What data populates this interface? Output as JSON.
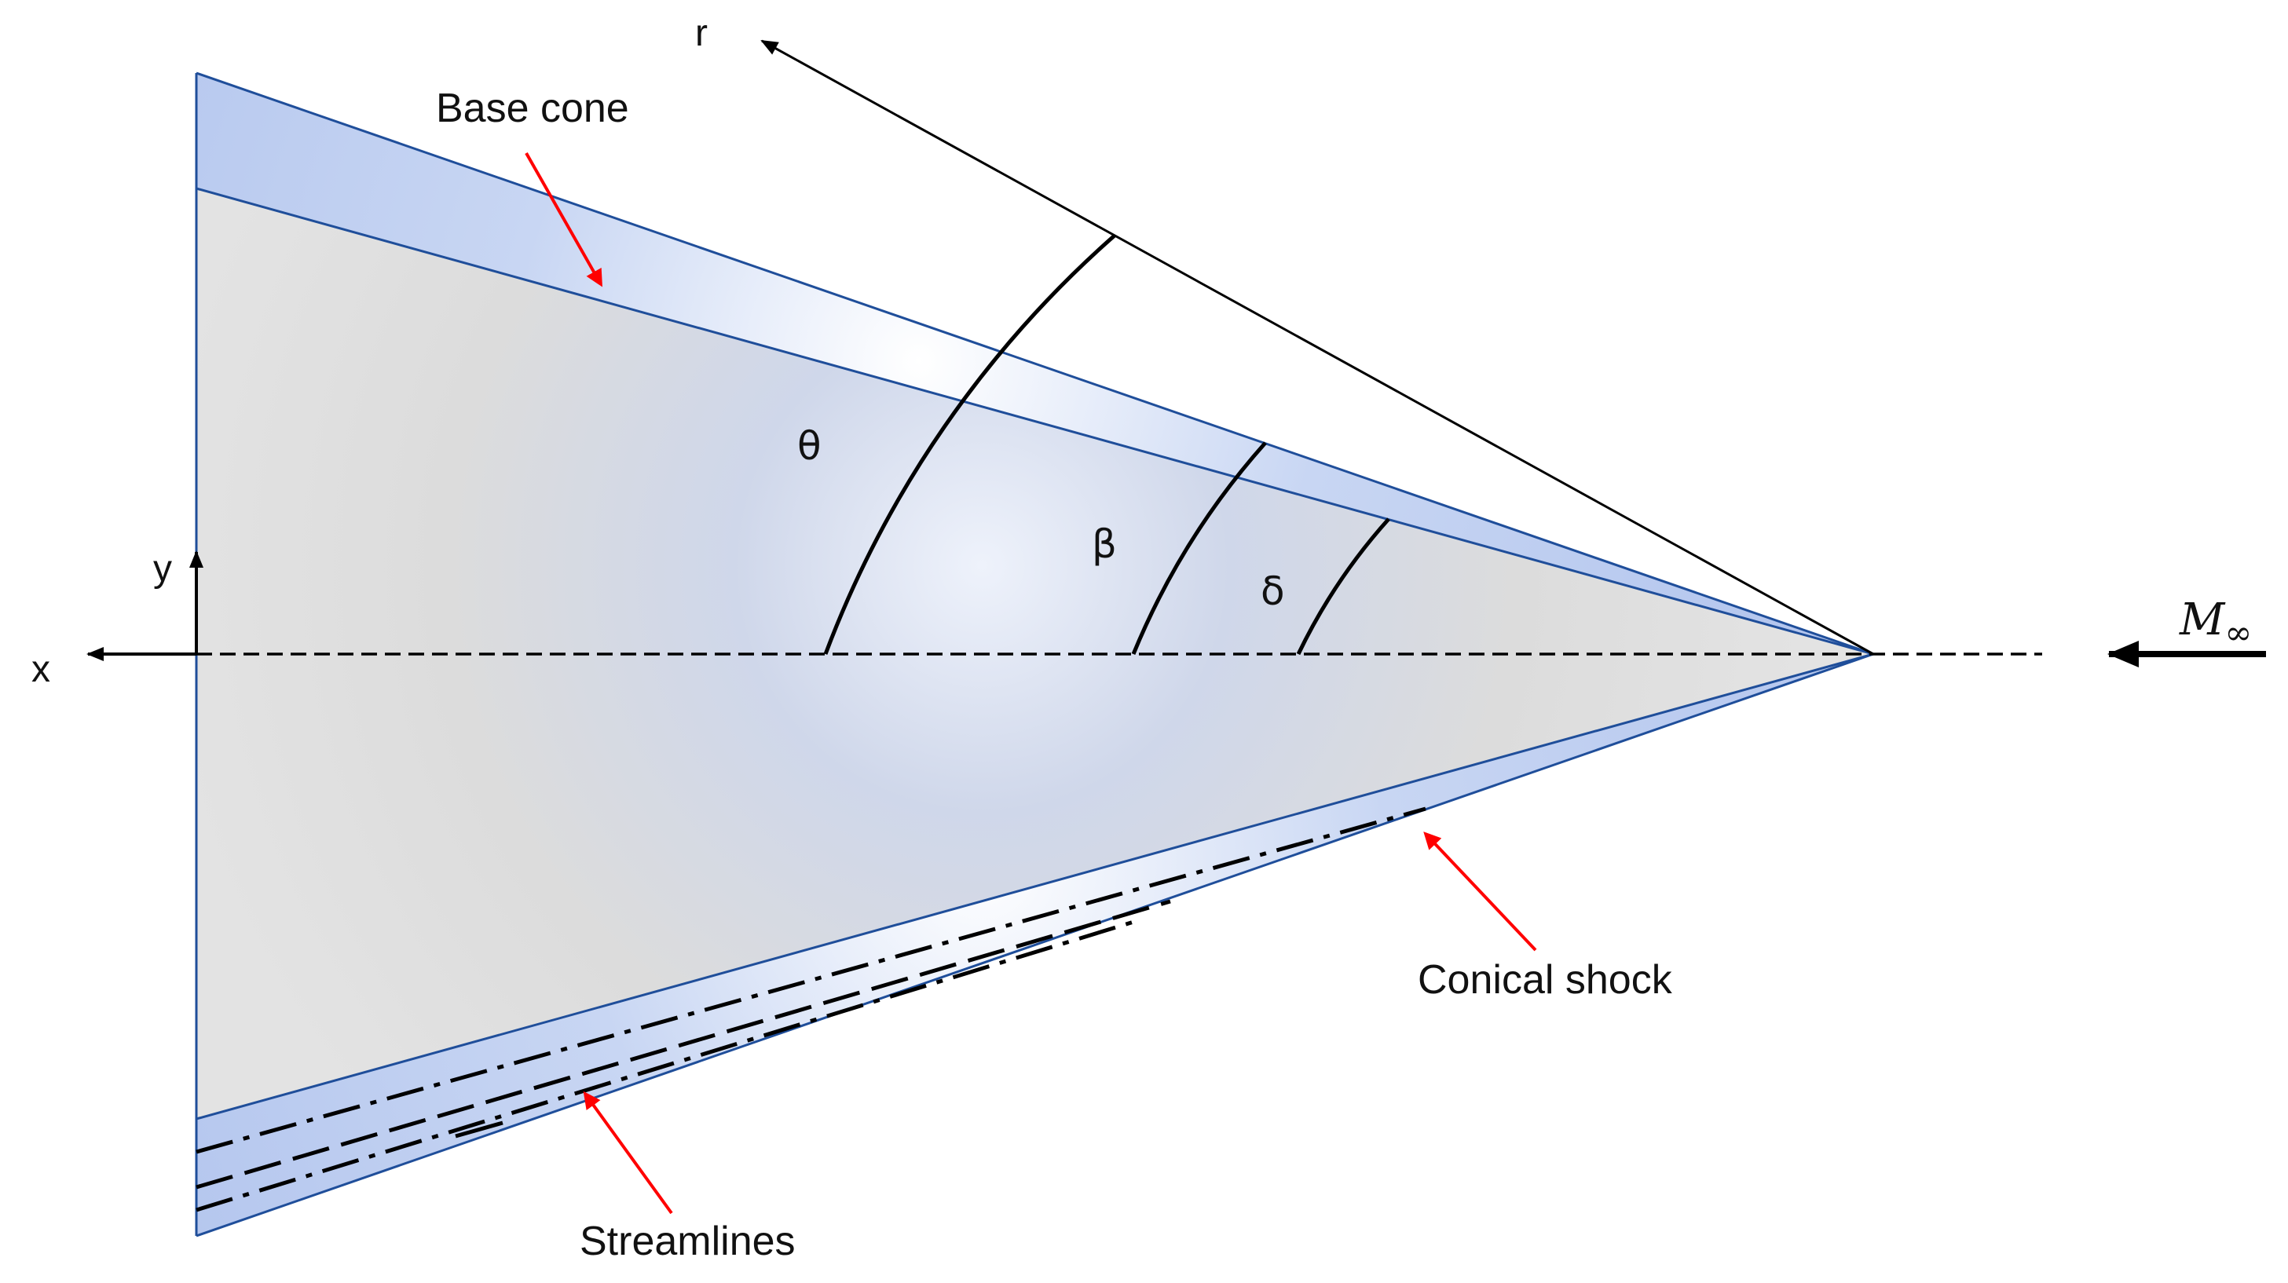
{
  "labels": {
    "base_cone": "Base cone",
    "conical_shock": "Conical shock",
    "streamlines": "Streamlines",
    "x_axis": "x",
    "y_axis": "y",
    "r_axis": "r",
    "theta": "θ",
    "beta": "β",
    "delta": "δ",
    "mach_symbol": "M",
    "mach_subscript": "∞"
  },
  "colors": {
    "outline": "#1f4e9a",
    "shock_layer_fill": "#b4c6ee",
    "cone_fill": "#d9d9d9",
    "annotation_arrow": "#ff0000",
    "line": "#000000"
  }
}
